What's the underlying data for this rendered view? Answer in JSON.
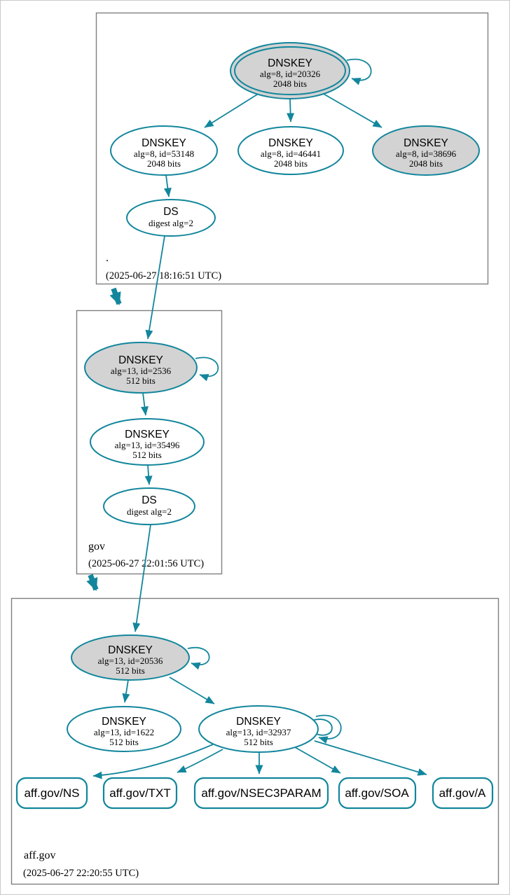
{
  "diagram_type": "dnssec-authentication-chain",
  "colors": {
    "edge_secure": "#12869c",
    "node_fill": "#ffffff",
    "node_fill_ksk": "#d3d3d3",
    "zone_border": "#7f7f7f",
    "text": "#000000"
  },
  "zones": [
    {
      "name": ".",
      "timestamp": "(2025-06-27 18:16:51 UTC)",
      "nodes": [
        {
          "id": "dnskey-20326",
          "title": "DNSKEY",
          "detail1": "alg=8, id=20326",
          "detail2": "2048 bits"
        },
        {
          "id": "dnskey-53148",
          "title": "DNSKEY",
          "detail1": "alg=8, id=53148",
          "detail2": "2048 bits"
        },
        {
          "id": "dnskey-46441",
          "title": "DNSKEY",
          "detail1": "alg=8, id=46441",
          "detail2": "2048 bits"
        },
        {
          "id": "dnskey-38696",
          "title": "DNSKEY",
          "detail1": "alg=8, id=38696",
          "detail2": "2048 bits"
        },
        {
          "id": "ds-root",
          "title": "DS",
          "detail1": "digest alg=2"
        }
      ]
    },
    {
      "name": "gov",
      "timestamp": "(2025-06-27 22:01:56 UTC)",
      "nodes": [
        {
          "id": "dnskey-2536",
          "title": "DNSKEY",
          "detail1": "alg=13, id=2536",
          "detail2": "512 bits"
        },
        {
          "id": "dnskey-35496",
          "title": "DNSKEY",
          "detail1": "alg=13, id=35496",
          "detail2": "512 bits"
        },
        {
          "id": "ds-gov",
          "title": "DS",
          "detail1": "digest alg=2"
        }
      ]
    },
    {
      "name": "aff.gov",
      "timestamp": "(2025-06-27 22:20:55 UTC)",
      "nodes": [
        {
          "id": "dnskey-20536",
          "title": "DNSKEY",
          "detail1": "alg=13, id=20536",
          "detail2": "512 bits"
        },
        {
          "id": "dnskey-1622",
          "title": "DNSKEY",
          "detail1": "alg=13, id=1622",
          "detail2": "512 bits"
        },
        {
          "id": "dnskey-32937",
          "title": "DNSKEY",
          "detail1": "alg=13, id=32937",
          "detail2": "512 bits"
        }
      ],
      "rrsets": [
        {
          "label": "aff.gov/NS"
        },
        {
          "label": "aff.gov/TXT"
        },
        {
          "label": "aff.gov/NSEC3PARAM"
        },
        {
          "label": "aff.gov/SOA"
        },
        {
          "label": "aff.gov/A"
        }
      ]
    }
  ]
}
